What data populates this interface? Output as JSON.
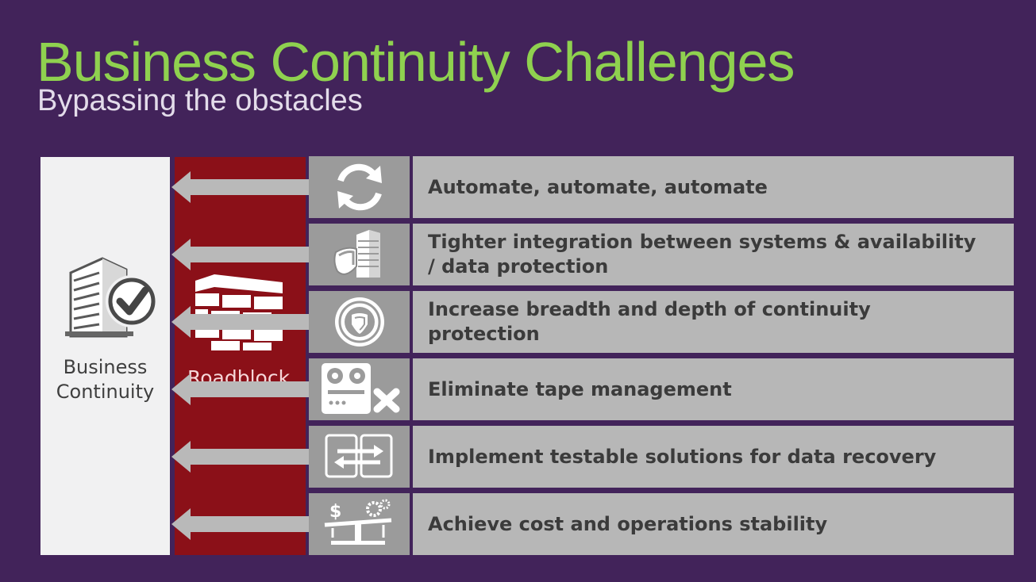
{
  "header": {
    "title": "Business Continuity Challenges",
    "subtitle": "Bypassing the obstacles"
  },
  "left_panel": {
    "label": "Business\nContinuity",
    "icon": "building-check-icon",
    "color": "#f1f1f2"
  },
  "middle_panel": {
    "label": "Roadblock",
    "icon": "brick-wall-icon",
    "color": "#8b1018"
  },
  "rows": [
    {
      "text": "Automate, automate, automate",
      "icon": "refresh-cycle-icon"
    },
    {
      "text": "Tighter integration between systems & availability / data protection",
      "icon": "shield-server-icon"
    },
    {
      "text": "Increase breadth and depth of continuity protection",
      "icon": "protection-seal-icon"
    },
    {
      "text": "Eliminate tape management",
      "icon": "tape-drive-remove-icon"
    },
    {
      "text": "Implement testable solutions for data recovery",
      "icon": "swap-sync-icon"
    },
    {
      "text": "Achieve cost and operations stability",
      "icon": "cost-balance-icon"
    }
  ],
  "colors": {
    "background": "#42235a",
    "title": "#8fd14f",
    "row_text_bg": "#b7b7b7",
    "row_icon_bg": "#9b9b9b"
  }
}
